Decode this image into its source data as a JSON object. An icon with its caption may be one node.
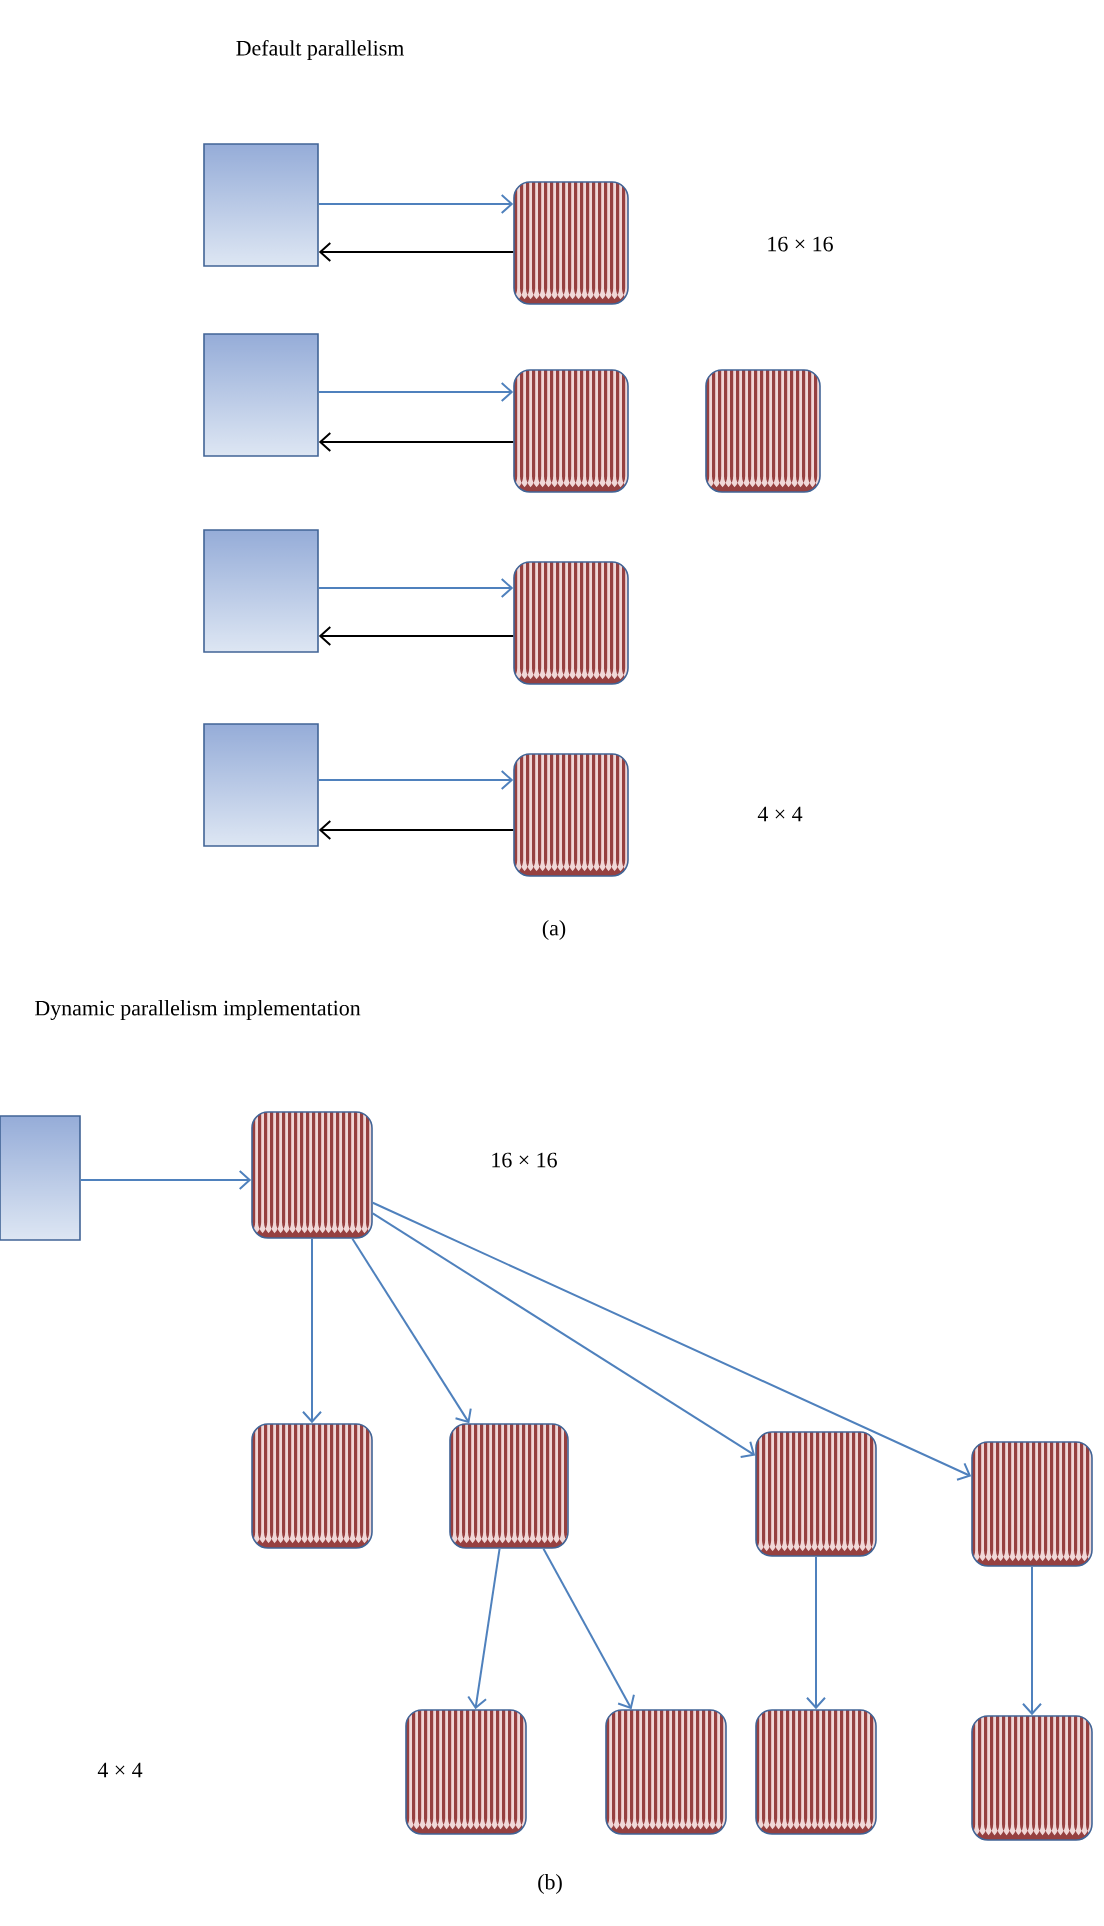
{
  "diagram": {
    "nodes": [
      {
        "text": [],
        "shape": "box"
      },
      {
        "text": [],
        "shape": "box"
      },
      {
        "text": [],
        "shape": "box"
      },
      {
        "text": [],
        "shape": "box"
      },
      {
        "text": [],
        "shape": "box"
      },
      {
        "text": [],
        "shape": "box"
      },
      {
        "text": [],
        "shape": "box"
      },
      {
        "text": [],
        "shape": "box"
      },
      {
        "text": [],
        "shape": "box"
      },
      {
        "text": [],
        "shape": "box"
      },
      {
        "text": [],
        "shape": "box"
      },
      {
        "text": [],
        "shape": "box"
      },
      {
        "text": [],
        "shape": "box"
      },
      {
        "text": [],
        "shape": "box"
      },
      {
        "text": [],
        "shape": "box"
      },
      {
        "text": [],
        "shape": "box"
      },
      {
        "text": [],
        "shape": "box"
      },
      {
        "text": [],
        "shape": "box"
      },
      {
        "text": [],
        "shape": "box"
      }
    ],
    "edges": [
      {
        "from": 0,
        "to": 1,
        "arrow": "to"
      },
      {
        "from": 1,
        "to": 0,
        "arrow": "to",
        "color": "#000000"
      },
      {
        "from": 2,
        "to": 3,
        "arrow": "to"
      },
      {
        "from": 3,
        "to": 2,
        "arrow": "to",
        "color": "#000000"
      },
      {
        "from": 5,
        "to": 6,
        "arrow": "to"
      },
      {
        "from": 6,
        "to": 5,
        "arrow": "to",
        "color": "#000000"
      },
      {
        "from": 7,
        "to": 8,
        "arrow": "to"
      },
      {
        "from": 8,
        "to": 7,
        "arrow": "to",
        "color": "#000000"
      },
      {
        "from": 9,
        "to": 10,
        "arrow": "to"
      },
      {
        "from": 10,
        "to": 11,
        "arrow": "to"
      },
      {
        "from": 10,
        "to": 12,
        "arrow": "to"
      },
      {
        "from": 10,
        "to": 13,
        "arrow": "to"
      },
      {
        "from": 10,
        "to": 14,
        "arrow": "to"
      },
      {
        "from": 12,
        "to": 15,
        "arrow": "to"
      },
      {
        "from": 12,
        "to": 16,
        "arrow": "to"
      },
      {
        "from": 13,
        "to": 17,
        "arrow": "to"
      },
      {
        "from": 14,
        "to": 18,
        "arrow": "to"
      }
    ],
    "labels": [
      "Default parallelism",
      "16 × 16",
      "4 × 4",
      "(a)",
      "Dynamic parallelism implementation",
      "16 × 16",
      "4 × 4",
      "(b)"
    ]
  }
}
